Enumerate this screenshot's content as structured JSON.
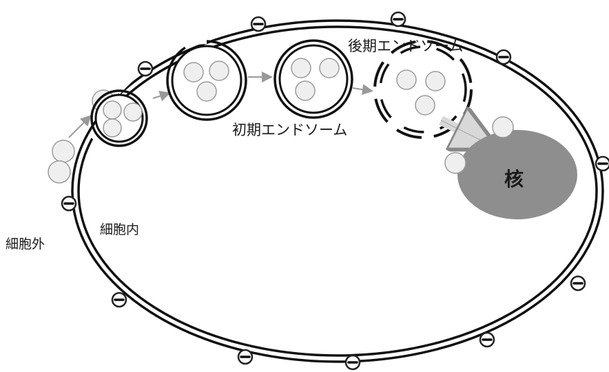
{
  "labels": {
    "extracellular": "細胞外",
    "intracellular": "細胞内",
    "early_endosome": "初期エンドソーム",
    "late_endosome": "後期エンドソーム",
    "nucleus": "核"
  },
  "colors": {
    "membrane": "#111111",
    "nucleus": "#8e8e8e",
    "particle_fill": "#efefef",
    "arrow": "#999999"
  },
  "icons": {
    "membrane_charge": "minus-sign-in-circle"
  }
}
